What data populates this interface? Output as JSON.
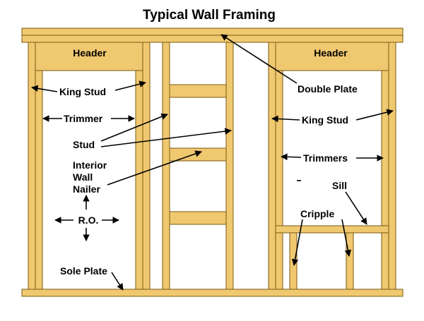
{
  "title": "Typical Wall Framing",
  "colors": {
    "lumber_fill": "#f0c870",
    "lumber_edge": "#7a5a10",
    "background": "#ffffff",
    "text": "#000000"
  },
  "components": {
    "header_left": "Header",
    "header_right": "Header",
    "double_plate": "Double Plate",
    "king_stud_left": "King Stud",
    "king_stud_right": "King Stud",
    "trimmer": "Trimmer",
    "trimmers": "Trimmers",
    "stud": "Stud",
    "interior_wall_nailer": [
      "Interior",
      "Wall",
      "Nailer"
    ],
    "ro": "R.O.",
    "sill": "Sill",
    "cripple": "Cripple",
    "sole_plate": "Sole Plate"
  }
}
